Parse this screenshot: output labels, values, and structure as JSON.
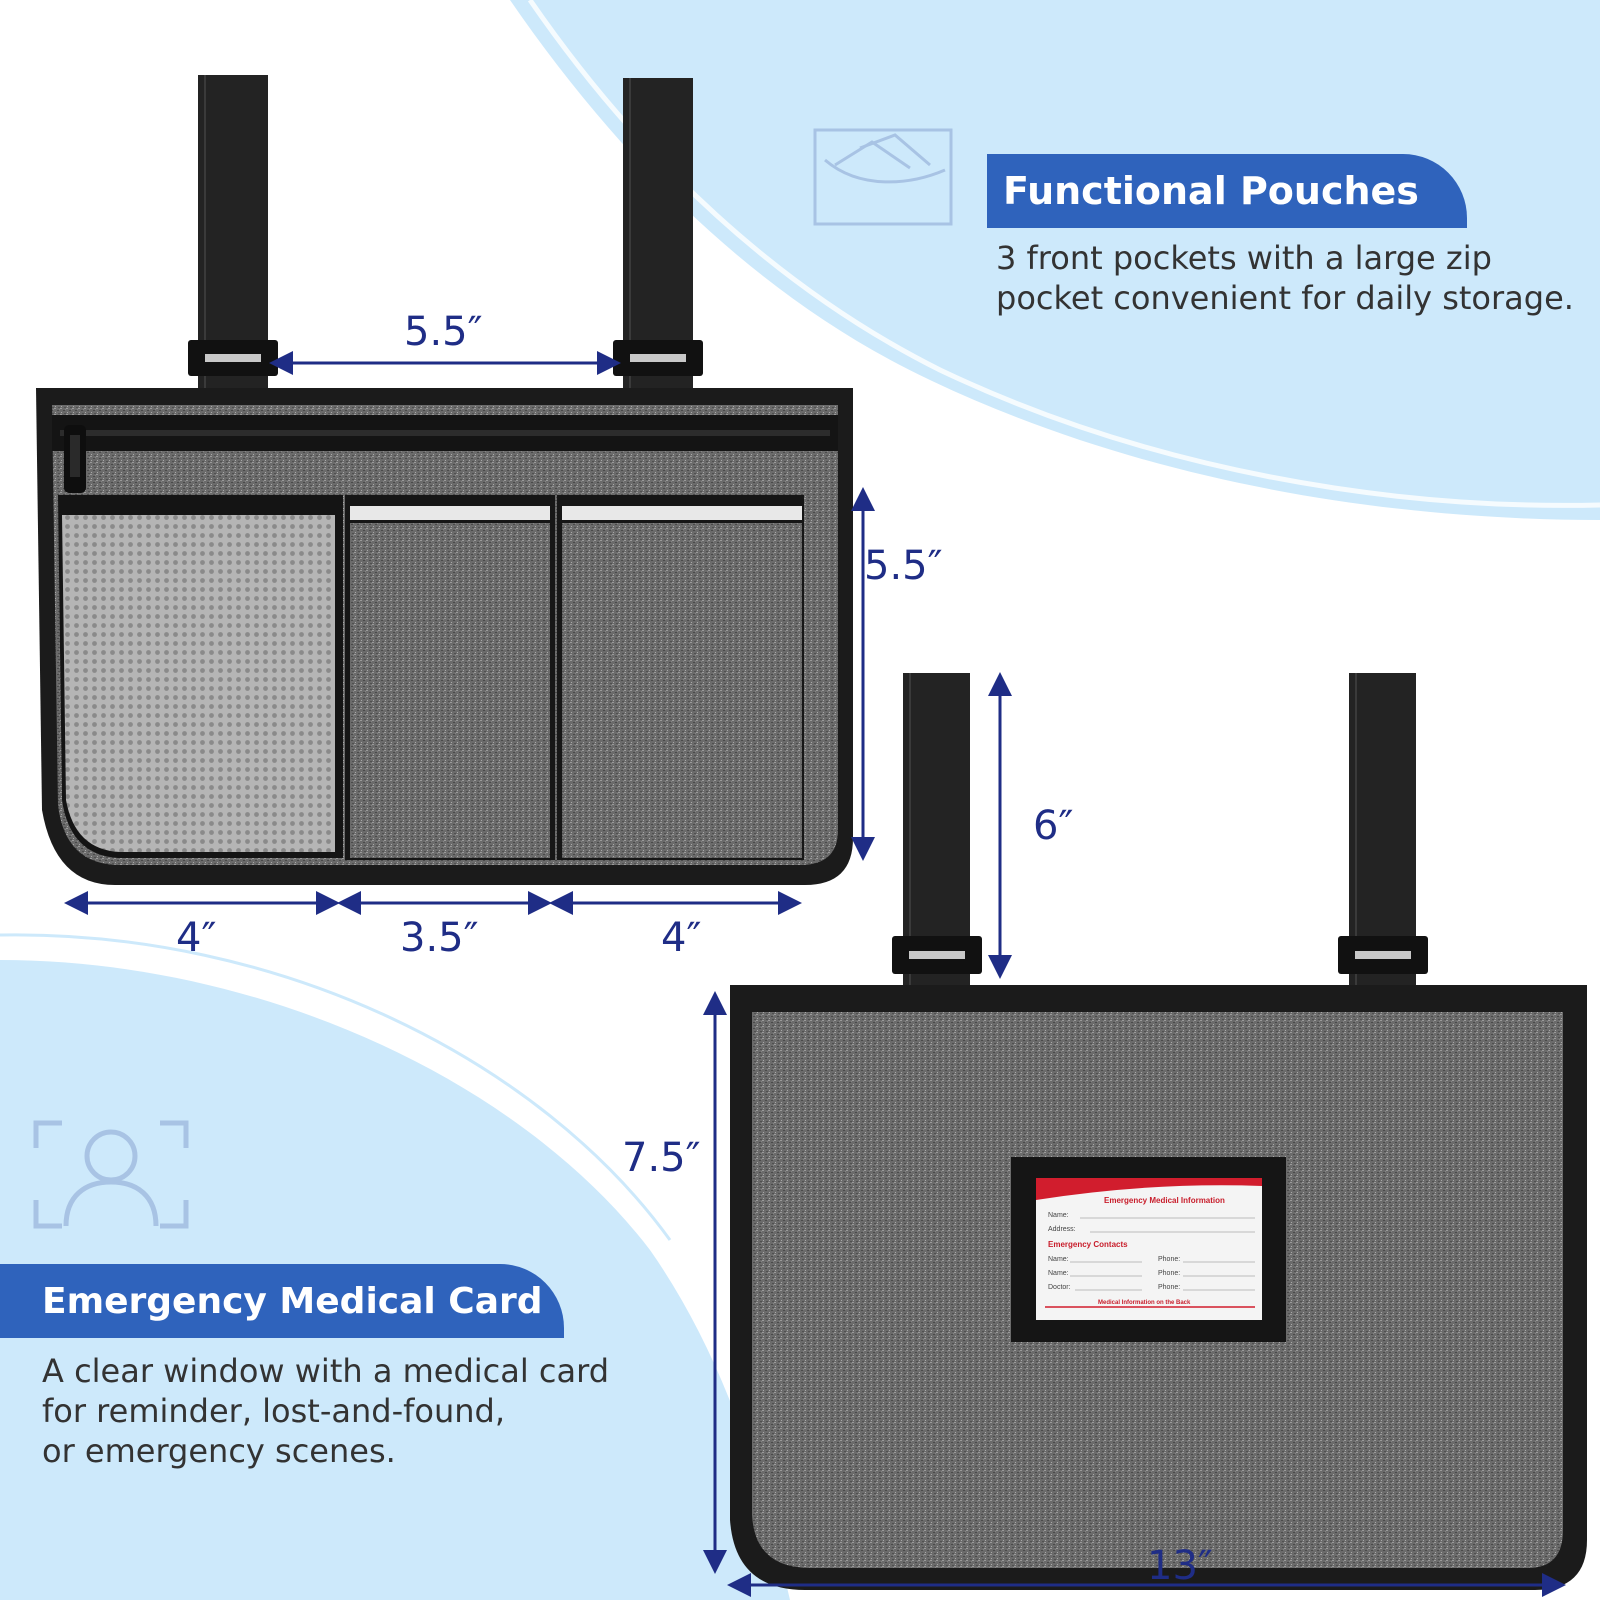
{
  "colors": {
    "accent_blue": "#2f63bc",
    "dimension_navy": "#1f2d86",
    "light_blue_bg": "#cde9fb",
    "fabric_gray": "#6c6c6c",
    "trim_black": "#1b1b1b",
    "icon_outline": "#a8c3e4"
  },
  "features": {
    "pouches": {
      "icon": "envelope-pocket-icon",
      "title": "Functional Pouches",
      "description": "3 front pockets with a large zip\npocket convenient for daily storage."
    },
    "medical_card": {
      "icon": "person-frame-icon",
      "title": "Emergency Medical Card",
      "description": "A clear window with a medical card\nfor reminder, lost-and-found,\nor emergency scenes."
    }
  },
  "front_view": {
    "strap_spacing": "5.5″",
    "pocket_height": "5.5″",
    "pocket_widths": [
      "4″",
      "3.5″",
      "4″"
    ]
  },
  "back_view": {
    "strap_length": "6″",
    "height": "7.5″",
    "width": "13″",
    "card": {
      "heading": "Emergency Medical Information",
      "name_label": "Name:",
      "address_label": "Address:",
      "contacts_heading": "Emergency Contacts",
      "contact_rows": [
        {
          "left": "Name:",
          "right": "Phone:"
        },
        {
          "left": "Name:",
          "right": "Phone:"
        },
        {
          "left": "Doctor:",
          "right": "Phone:"
        }
      ],
      "footer": "Medical Information on the Back"
    }
  }
}
